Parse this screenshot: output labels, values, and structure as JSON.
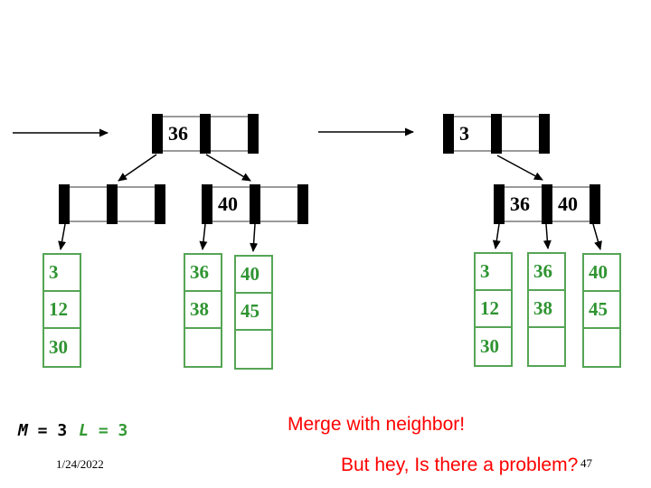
{
  "slide": {
    "date": "1/24/2022",
    "page_number": "47",
    "note": {
      "m_letter": "M",
      "m_eq": " = 3",
      "l_letter": "L",
      "l_eq": " = 3"
    },
    "caption_line1": "Merge with neighbor!",
    "caption_line2": "But hey, Is there a problem?"
  },
  "colors": {
    "leaf_border_green": "#55a555",
    "leaf_text_green": "#2f9432",
    "note_green": "#339933",
    "caption_red": "#ff0000",
    "node_rule_gray": "#9a9a9a",
    "pointer_black": "#000000"
  },
  "left_tree": {
    "root": {
      "key1": "36",
      "key2": ""
    },
    "internal_left": {
      "key1": "",
      "key2": ""
    },
    "internal_right": {
      "key1": "40",
      "key2": ""
    },
    "leaf1": [
      "3",
      "12",
      "30"
    ],
    "leaf2": [
      "36",
      "38",
      ""
    ],
    "leaf3": [
      "40",
      "45",
      ""
    ]
  },
  "right_tree": {
    "root": {
      "key1": "3",
      "key2": ""
    },
    "internal": {
      "key1": "36",
      "key2": "40"
    },
    "leaf1": [
      "3",
      "12",
      "30"
    ],
    "leaf2": [
      "36",
      "38",
      ""
    ],
    "leaf3": [
      "40",
      "45",
      ""
    ]
  }
}
